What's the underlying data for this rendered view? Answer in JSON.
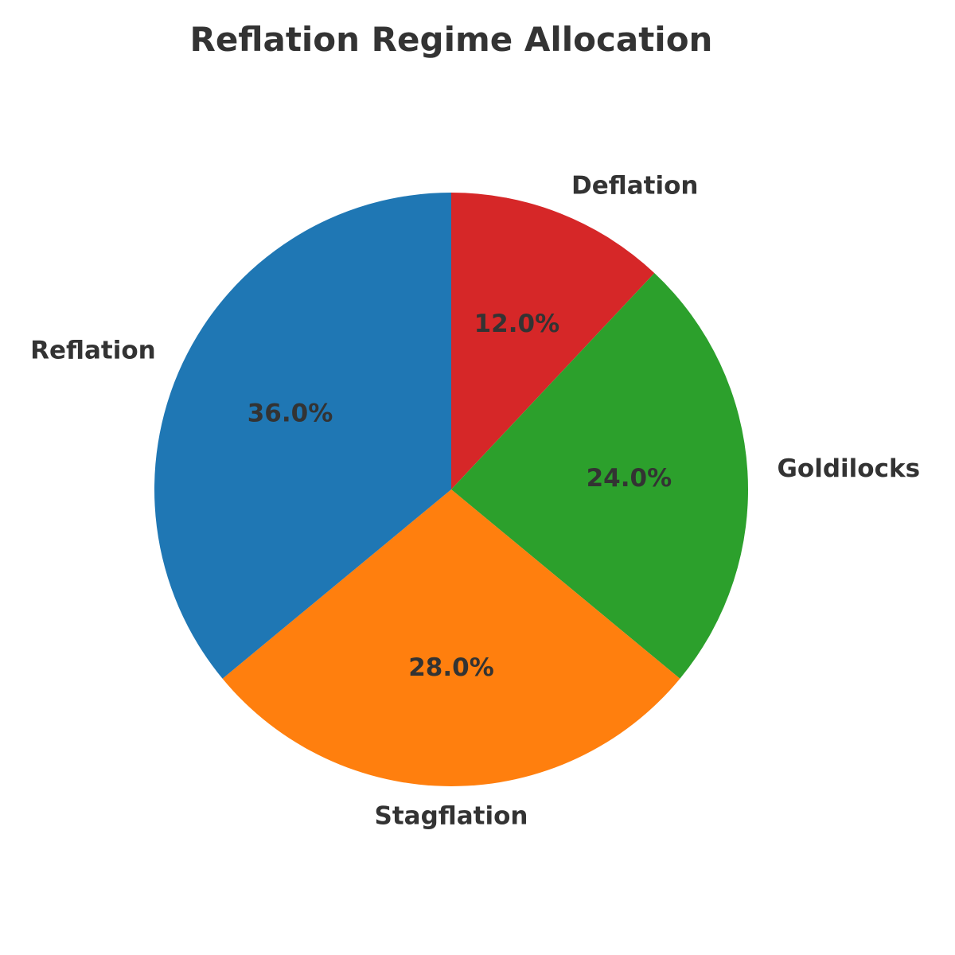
{
  "chart_data": {
    "type": "pie",
    "title": "Reflation Regime Allocation",
    "start_angle_deg": 90,
    "direction": "clockwise",
    "slices": [
      {
        "label": "Deflation",
        "value": 12.0,
        "pct_label": "12.0%",
        "color": "#d62728"
      },
      {
        "label": "Goldilocks",
        "value": 24.0,
        "pct_label": "24.0%",
        "color": "#2ca02c"
      },
      {
        "label": "Stagflation",
        "value": 28.0,
        "pct_label": "28.0%",
        "color": "#ff7f0e"
      },
      {
        "label": "Reflation",
        "value": 36.0,
        "pct_label": "36.0%",
        "color": "#1f77b4"
      }
    ],
    "legend": "none",
    "grid": false
  }
}
